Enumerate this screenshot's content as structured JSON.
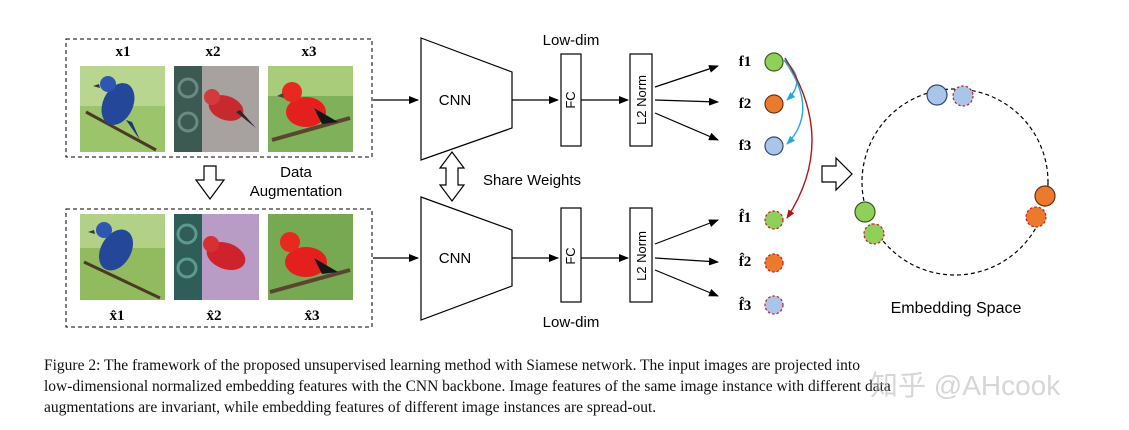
{
  "inputs_top": [
    "x1",
    "x2",
    "x3"
  ],
  "inputs_bottom": [
    "x̂1",
    "x̂2",
    "x̂3"
  ],
  "data_augmentation": [
    "Data",
    "Augmentation"
  ],
  "share_weights": "Share Weights",
  "cnn_label": "CNN",
  "fc_label": "FC",
  "norm_label": "L2 Norm",
  "low_dim_label": "Low-dim",
  "features_top": [
    "f1",
    "f2",
    "f3"
  ],
  "features_bottom": [
    "f̂1",
    "f̂2",
    "f̂3"
  ],
  "embedding_label": "Embedding Space",
  "caption": [
    "Figure 2: The framework of the proposed unsupervised learning method with Siamese network. The input images are projected into",
    "low-dimensional normalized embedding features with the CNN backbone. Image features of the same image instance with different data",
    "augmentations are invariant, while embedding features of different image instances are spread-out."
  ],
  "watermark": "知乎 @AHcook",
  "colors": {
    "green": "#8ed05a",
    "orange": "#ec7a2e",
    "blue": "#a9c6ea",
    "red_arrow": "#b01818",
    "cyan_arrow": "#2aa7d8"
  }
}
